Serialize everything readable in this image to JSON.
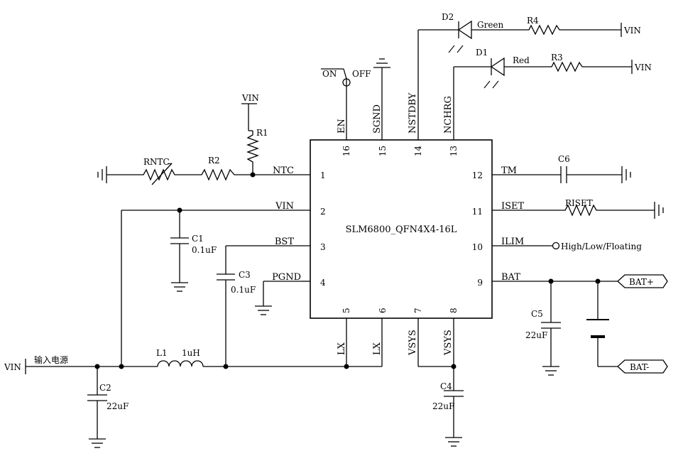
{
  "chip": {
    "name": "SLM6800_QFN4X4-16L",
    "left_pins": [
      {
        "num": "1",
        "name": "NTC"
      },
      {
        "num": "2",
        "name": "VIN"
      },
      {
        "num": "3",
        "name": "BST"
      },
      {
        "num": "4",
        "name": "PGND"
      }
    ],
    "right_pins": [
      {
        "num": "12",
        "name": "TM"
      },
      {
        "num": "11",
        "name": "ISET"
      },
      {
        "num": "10",
        "name": "ILIM"
      },
      {
        "num": "9",
        "name": "BAT"
      }
    ],
    "top_pins": [
      {
        "num": "16",
        "name": "EN"
      },
      {
        "num": "15",
        "name": "SGND"
      },
      {
        "num": "14",
        "name": "NSTDBY"
      },
      {
        "num": "13",
        "name": "NCHRG"
      }
    ],
    "bottom_pins": [
      {
        "num": "5",
        "name": "LX"
      },
      {
        "num": "6",
        "name": "LX"
      },
      {
        "num": "7",
        "name": "VSYS"
      },
      {
        "num": "8",
        "name": "VSYS"
      }
    ]
  },
  "components": {
    "r1": "R1",
    "r2": "R2",
    "rntc": "RNTC",
    "r3": "R3",
    "r4": "R4",
    "riset": "RISET",
    "c1": "C1",
    "c1_val": "0.1uF",
    "c2": "C2",
    "c2_val": "22uF",
    "c3": "C3",
    "c3_val": "0.1uF",
    "c4": "C4",
    "c4_val": "22uF",
    "c5": "C5",
    "c5_val": "22uF",
    "c6": "C6",
    "l1": "L1",
    "l1_val": "1uH",
    "d1": "D1",
    "d1_color": "Red",
    "d2": "D2",
    "d2_color": "Green"
  },
  "nets": {
    "vin": "VIN",
    "input_power": "输入电源",
    "switch_on": "ON",
    "switch_off": "OFF",
    "ilim_options": "High/Low/Floating",
    "bat_plus": "BAT+",
    "bat_minus": "BAT-"
  }
}
